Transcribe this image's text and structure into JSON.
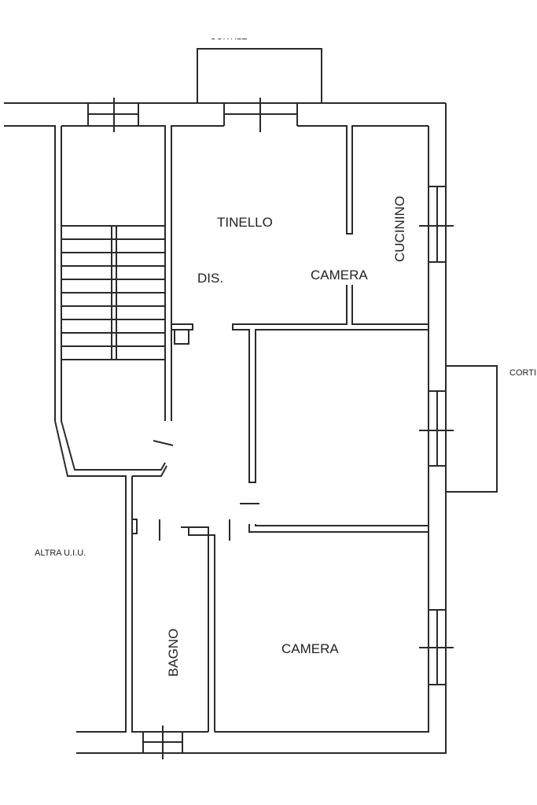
{
  "title": "Floor plan",
  "labels": {
    "top_area": "CORTILE",
    "right_area": "CORTILE",
    "tinello": "TINELLO",
    "cucinino": "CUCININO",
    "dis": "DIS.",
    "camera_1": "CAMERA",
    "camera_2": "CAMERA",
    "bagno": "BAGNO",
    "altra_uiu": "ALTRA U.I.U."
  },
  "colors": {
    "wall": "#2a2a2a",
    "background": "#ffffff"
  }
}
